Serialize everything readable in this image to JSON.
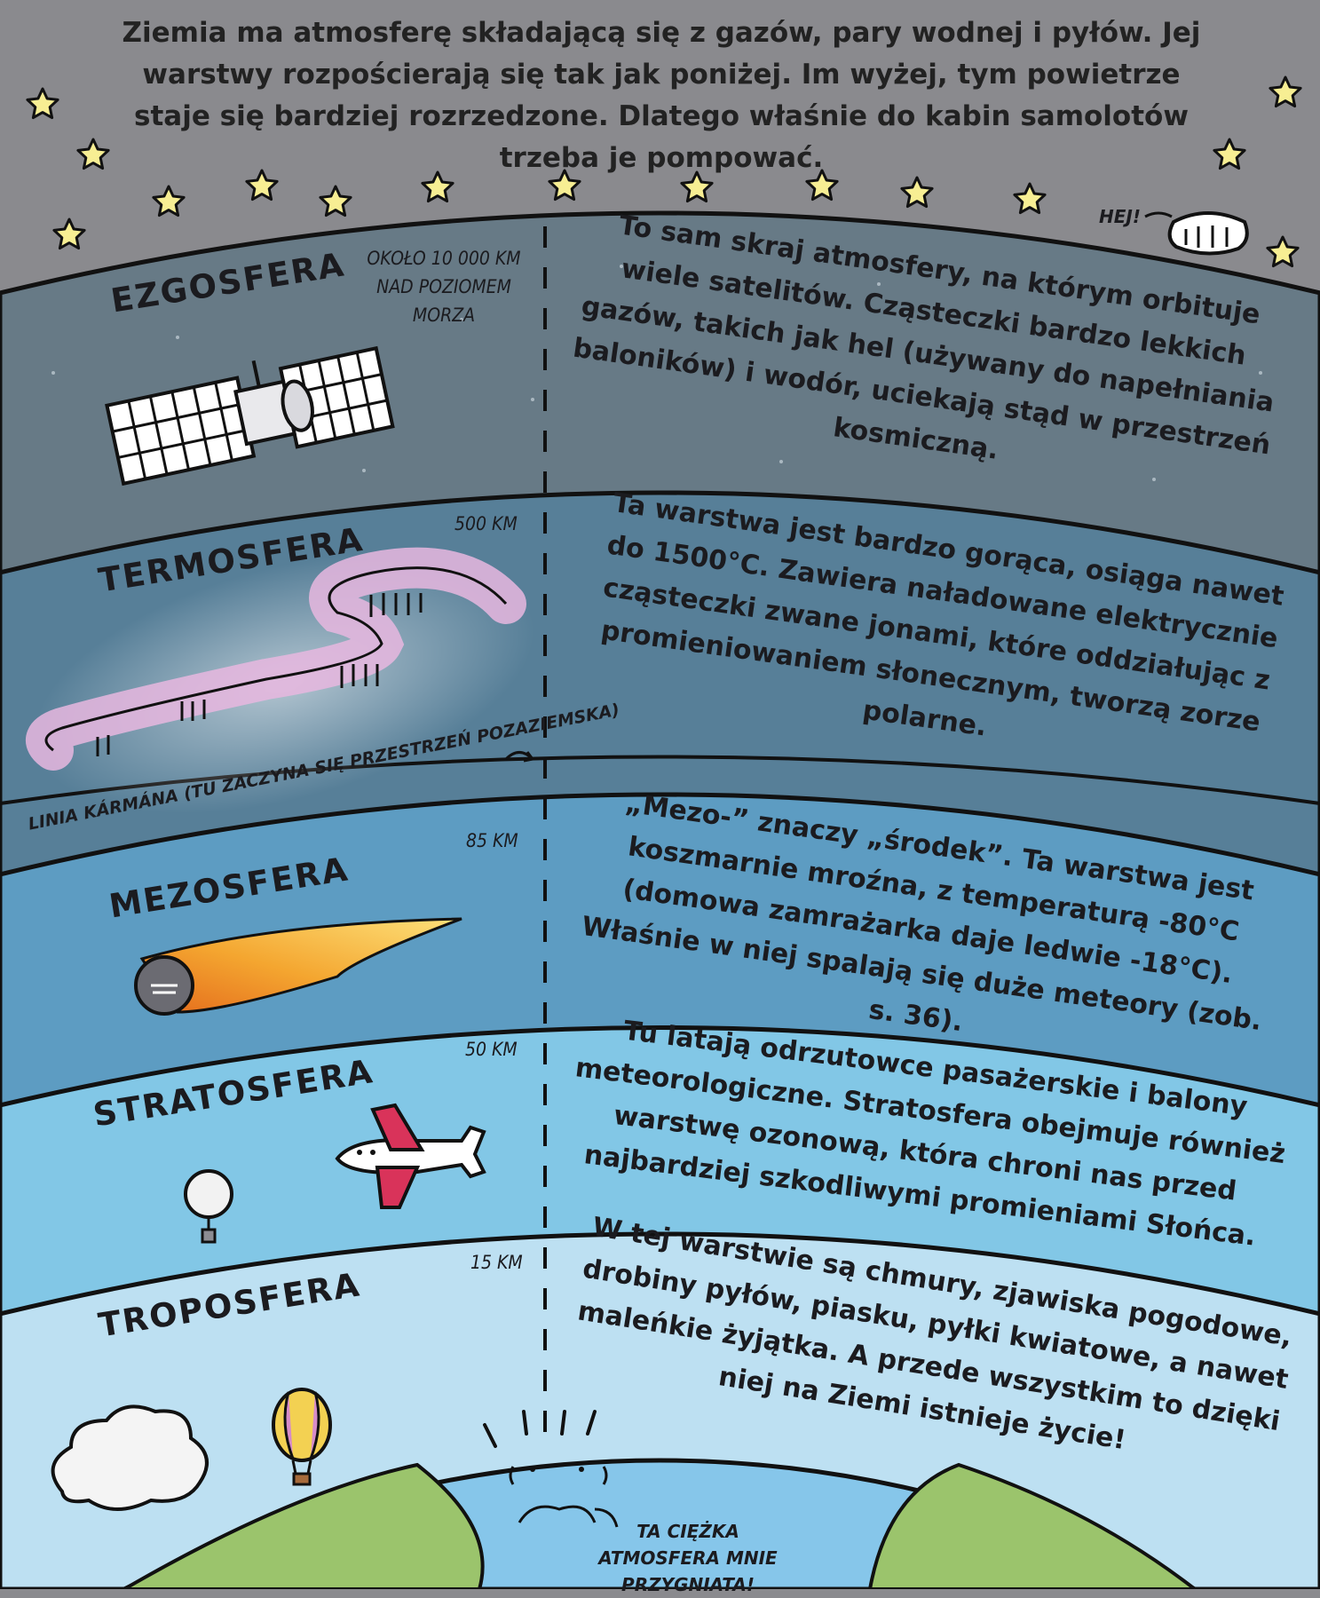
{
  "intro": "Ziemia ma atmosferę składającą się z gazów, pary wodnej i pyłów. Jej warstwy rozpościerają się tak jak poniżej. Im wyżej, tym powietrze staje się bardziej rozrzedzone. Dlatego właśnie do kabin samolotów trzeba je pompować.",
  "greeting": "HEJ!",
  "layers": [
    {
      "name": "EZGOSFERA",
      "altitude": "OKOŁO 10 000 KM NAD POZIOMEM MORZA",
      "description": "To sam skraj atmosfery, na którym orbituje wiele satelitów. Cząsteczki bardzo lekkich gazów, takich jak hel (używany do napełniania baloników) i wodór, uciekają stąd w przestrzeń kosmiczną."
    },
    {
      "name": "TERMOSFERA",
      "altitude": "500 KM",
      "description": "Ta warstwa jest bardzo gorąca, osiąga nawet do 1500°C. Zawiera naładowane elektrycznie cząsteczki zwane jonami, które oddziałując z promieniowaniem słonecznym, tworzą zorze polarne."
    },
    {
      "name": "MEZOSFERA",
      "altitude": "85 KM",
      "description": "„Mezo-” znaczy „środek”. Ta warstwa jest koszmarnie mroźna, z temperaturą -80°C (domowa zamrażarka daje ledwie -18°C). Właśnie w niej spalają się duże meteory (zob. s. 36)."
    },
    {
      "name": "STRATOSFERA",
      "altitude": "50 KM",
      "description": "Tu latają odrzutowce pasażerskie i balony meteorologiczne. Stratosfera obejmuje również warstwę ozonową, która chroni nas przed najbardziej szkodliwymi promieniami Słońca."
    },
    {
      "name": "TROPOSFERA",
      "altitude": "15 KM",
      "description": "W tej warstwie są chmury, zjawiska pogodowe, drobiny pyłów, piasku, pyłki kwiatowe, a nawet maleńkie żyjątka. A przede wszystkim to dzięki niej na Ziemi istnieje życie!"
    }
  ],
  "karman_line": "LINIA KÁRMÁNA (TU ZACZYNA SIĘ PRZESTRZEŃ POZAZIEMSKA)",
  "earth_speech": "TA CIĘŻKA ATMOSFERA MNIE PRZYGNIATA!",
  "colors": {
    "sky": "#8a8a8e",
    "exosphere": "#677a86",
    "thermosphere": "#577f98",
    "mesosphere": "#5d9cc2",
    "stratosphere": "#82c7e6",
    "troposphere": "#bde0f2",
    "earth_ocean": "#86c6ea",
    "earth_land": "#9bc46c",
    "star": "#f7ee93",
    "plane": "#d9335a"
  }
}
